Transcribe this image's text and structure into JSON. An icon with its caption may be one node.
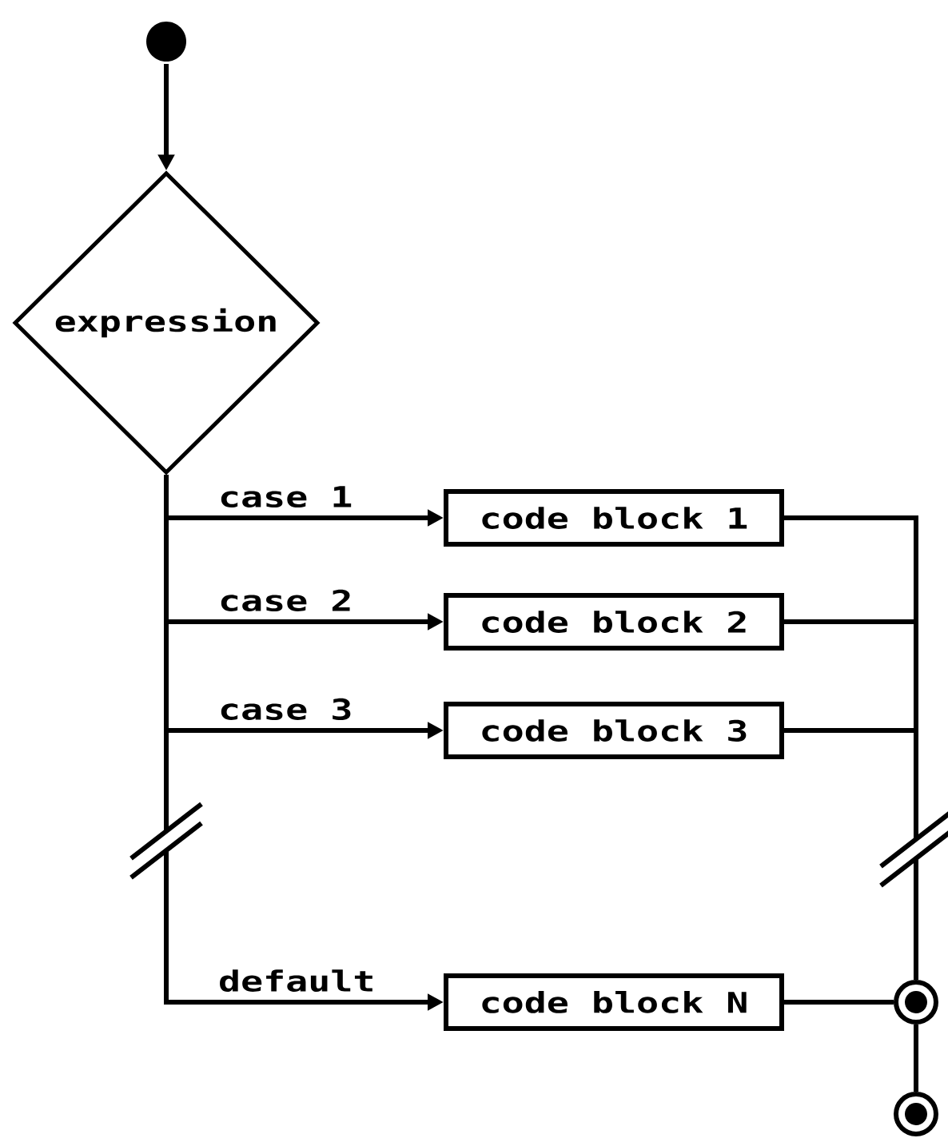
{
  "diagram": {
    "nodes": [
      {
        "text": [],
        "shape": "circle"
      },
      {
        "text": [
          "expression"
        ]
      },
      {
        "text": [
          "code block 1"
        ]
      },
      {
        "text": [
          "code block 2"
        ]
      },
      {
        "text": [
          "code block 3"
        ]
      },
      {
        "text": [
          "code block N"
        ]
      },
      {
        "text": [],
        "shape": "circle"
      },
      {
        "text": [],
        "shape": "circle"
      }
    ],
    "edges": [
      {
        "from": 0,
        "to": 1,
        "arrow": "to"
      },
      {
        "from": 1,
        "to": 2,
        "arrow": "to",
        "label": "case 1"
      },
      {
        "from": 1,
        "to": 3,
        "arrow": "to",
        "label": "case 2"
      },
      {
        "from": 1,
        "to": 4,
        "arrow": "to",
        "label": "case 3"
      },
      {
        "from": 1,
        "to": 5,
        "arrow": "to",
        "label": "default"
      },
      {
        "from": 2,
        "to": 6,
        "arrow": "none"
      },
      {
        "from": 3,
        "to": 6,
        "arrow": "none"
      },
      {
        "from": 4,
        "to": 6,
        "arrow": "none"
      },
      {
        "from": 5,
        "to": 6,
        "arrow": "none"
      },
      {
        "from": 6,
        "to": 7,
        "arrow": "none"
      }
    ]
  }
}
